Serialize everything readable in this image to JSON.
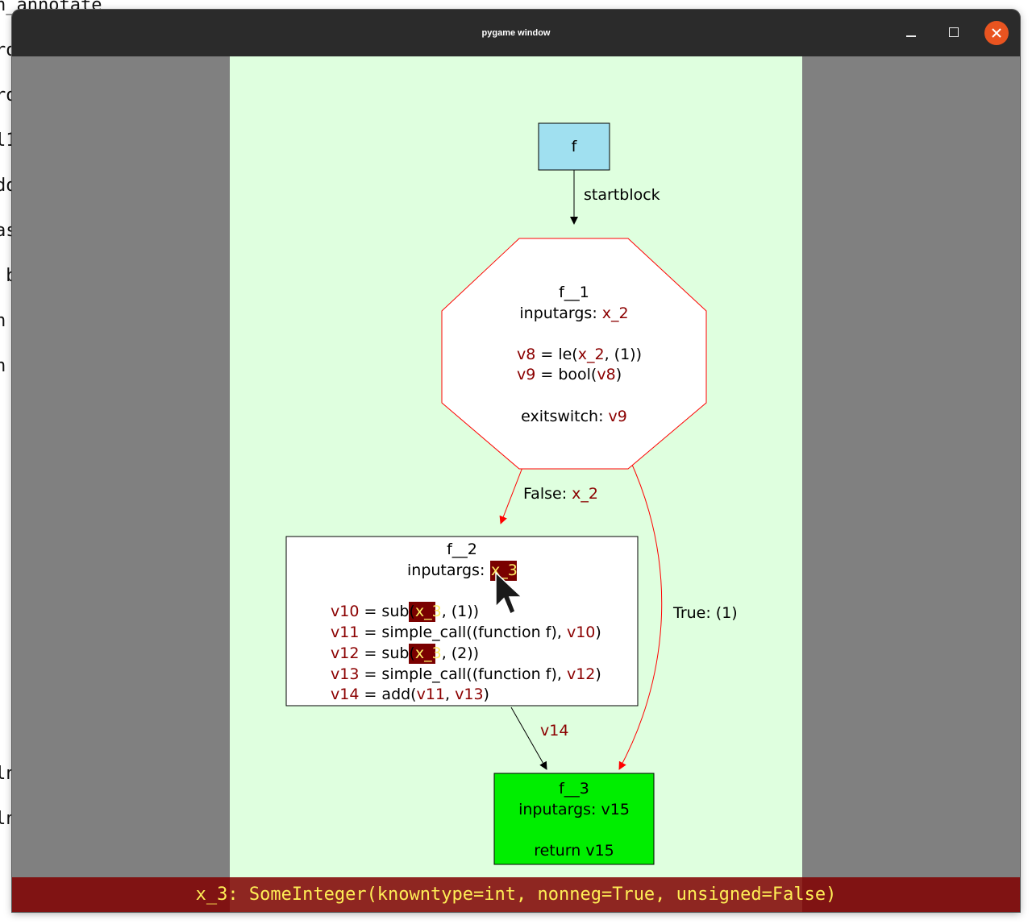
{
  "background_terminal": {
    "lines": [
      "n_annotate",
      "ro",
      "ro",
      "l1",
      "do",
      "as",
      " b",
      "n",
      "n",
      "ln",
      "ln"
    ]
  },
  "window": {
    "title": "pygame window",
    "controls": {
      "minimize": "minimize-icon",
      "maximize": "maximize-icon",
      "close": "close-icon"
    }
  },
  "graph": {
    "colors": {
      "background": "#dfffdf",
      "start_node_fill": "#a0e0f0",
      "return_node_fill": "#00ee00",
      "variable_text": "#8b0000",
      "highlight_fill": "#7a0000",
      "highlight_text": "#ffee66",
      "red_edge": "#ff0000"
    },
    "nodes": {
      "start": {
        "label": "f"
      },
      "f1": {
        "name": "f__1",
        "inputargs_label": "inputargs: ",
        "inputargs_var": "x_2",
        "line1_var": "v8",
        "line1_a": " = le(",
        "line1_arg": "x_2",
        "line1_b": ", (1))",
        "line2_var": "v9",
        "line2_a": " = bool(",
        "line2_arg": "v8",
        "line2_b": ")",
        "exitswitch_label": "exitswitch: ",
        "exitswitch_var": "v9"
      },
      "f2": {
        "name": "f__2",
        "inputargs_label": "inputargs: ",
        "inputargs_var": "x_3",
        "ops": [
          {
            "var": "v10",
            "a": " = sub(",
            "arg": "x_3",
            "b": ", (1))"
          },
          {
            "var": "v11",
            "a": " = simple_call((function f), ",
            "arg": "v10",
            "b": ")"
          },
          {
            "var": "v12",
            "a": " = sub(",
            "arg": "x_3",
            "b": ", (2))"
          },
          {
            "var": "v13",
            "a": " = simple_call((function f), ",
            "arg": "v12",
            "b": ")"
          },
          {
            "var": "v14",
            "a": " = add(",
            "arg1": "v11",
            "sep": ", ",
            "arg2": "v13",
            "b": ")"
          }
        ]
      },
      "f3": {
        "name": "f__3",
        "inputargs_label": "inputargs: ",
        "inputargs_var": "v15",
        "return_text": "return v15"
      }
    },
    "edges": {
      "startblock": "startblock",
      "false_label": "False: ",
      "false_var": "x_2",
      "true_label": "True: (1)",
      "v14_label": "v14"
    },
    "highlighted_variable": "x_3"
  },
  "status_bar": {
    "text": "x_3: SomeInteger(knowntype=int, nonneg=True, unsigned=False)"
  }
}
